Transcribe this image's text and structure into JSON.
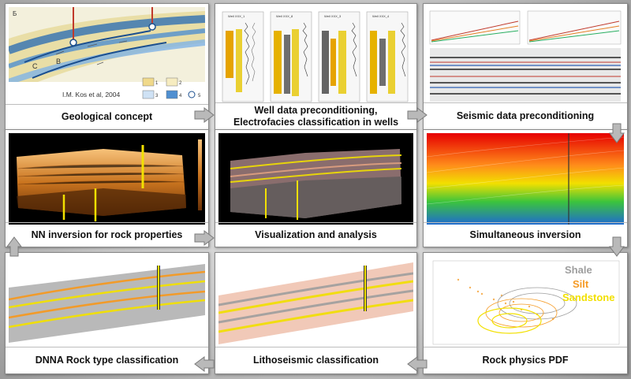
{
  "panels": [
    {
      "id": "p1",
      "caption": "Geological concept",
      "citation": "I.M. Kos et al, 2004",
      "letter_a": "Б",
      "letter_b": "B",
      "letter_c": "C",
      "legend_nums": [
        "1",
        "2",
        "3",
        "4",
        "5"
      ]
    },
    {
      "id": "p2",
      "caption_line1": "Well data preconditioning,",
      "caption_line2": "Electrofacies classification in wells",
      "wells": [
        "Well XXX_1",
        "Well XXX_8",
        "Well XXX_3",
        "Well XXX_4"
      ]
    },
    {
      "id": "p3",
      "caption": "Seismic data preconditioning"
    },
    {
      "id": "p4",
      "caption": "NN inversion for rock properties"
    },
    {
      "id": "p5",
      "caption": "Visualization and analysis"
    },
    {
      "id": "p6",
      "caption": "Simultaneous inversion"
    },
    {
      "id": "p7",
      "caption": "DNNA Rock type classification"
    },
    {
      "id": "p8",
      "caption": "Lithoseismic classification"
    },
    {
      "id": "p9",
      "caption": "Rock physics PDF",
      "legend": [
        {
          "label": "Shale",
          "color": "#9e9e9e"
        },
        {
          "label": "Silt",
          "color": "#f59a23"
        },
        {
          "label": "Sandstone",
          "color": "#f2e000"
        }
      ]
    }
  ],
  "colors": {
    "arrow": "#b9b9b9",
    "arrow_stroke": "#7a7a7a"
  }
}
